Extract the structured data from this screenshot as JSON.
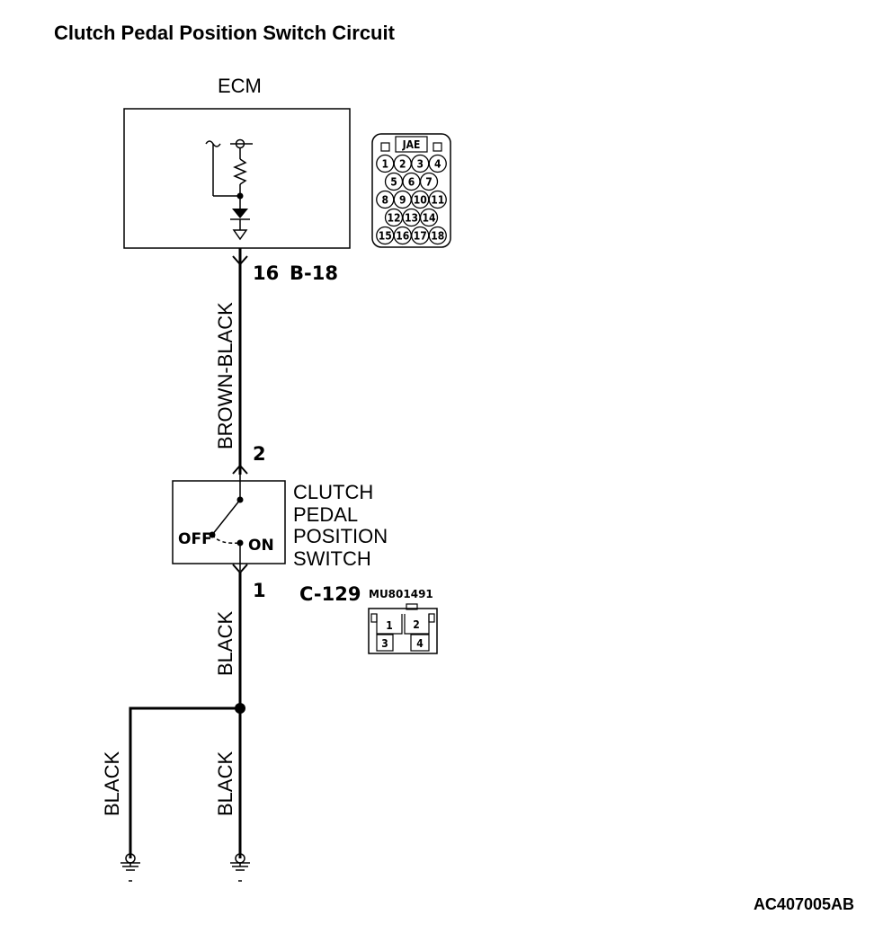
{
  "title": "Clutch Pedal Position Switch Circuit",
  "ecm": {
    "label": "ECM",
    "connector": {
      "brand": "JAE",
      "rows": [
        [
          "1",
          "2",
          "3",
          "4"
        ],
        [
          "5",
          "6",
          "7"
        ],
        [
          "8",
          "9",
          "10",
          "11"
        ],
        [
          "12",
          "13",
          "14"
        ],
        [
          "15",
          "16",
          "17",
          "18"
        ]
      ]
    }
  },
  "wire_top": {
    "color": "BROWN-BLACK",
    "pin_top": "16",
    "connector_id": "B-18",
    "pin_bottom": "2"
  },
  "switch": {
    "label_lines": [
      "CLUTCH",
      "PEDAL",
      "POSITION",
      "SWITCH"
    ],
    "off_label": "OFF",
    "on_label": "ON"
  },
  "switch_connector": {
    "pin": "1",
    "connector_id": "C-129",
    "part_number": "MU801491",
    "pins": [
      "1",
      "2",
      "3",
      "4"
    ]
  },
  "wire_bottom": {
    "color": "BLACK"
  },
  "ground_branches": [
    {
      "color": "BLACK"
    },
    {
      "color": "BLACK"
    }
  ],
  "figure_code": "AC407005AB"
}
